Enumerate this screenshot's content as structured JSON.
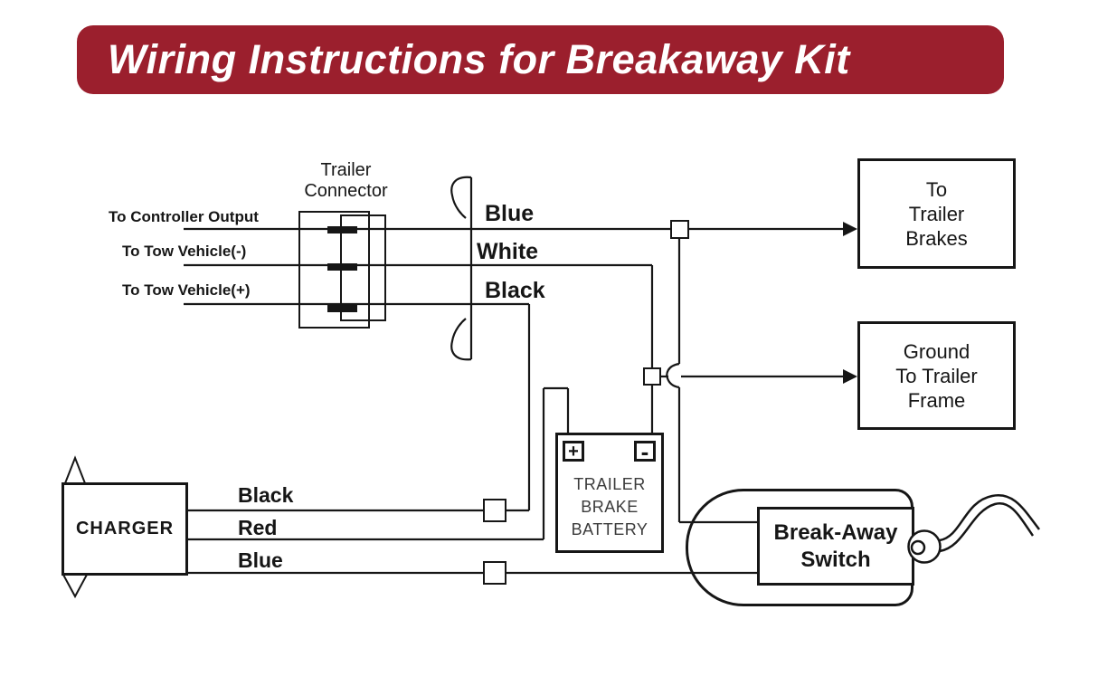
{
  "title": "Wiring Instructions for Breakaway Kit",
  "colors": {
    "banner_red": "#9b1f2d",
    "ink": "#161616"
  },
  "trailer_connector": {
    "line1": "Trailer",
    "line2": "Connector"
  },
  "inputs": {
    "controller": "To Controller Output",
    "tow_minus": "To Tow Vehicle(-)",
    "tow_plus": "To Tow Vehicle(+)"
  },
  "harness_wires": {
    "blue": "Blue",
    "white": "White",
    "black": "Black"
  },
  "charger_wires": {
    "black": "Black",
    "red": "Red",
    "blue": "Blue"
  },
  "destinations": {
    "trailer_brakes": {
      "line1": "To",
      "line2": "Trailer",
      "line3": "Brakes"
    },
    "ground_frame": {
      "line1": "Ground",
      "line2": "To Trailer",
      "line3": "Frame"
    }
  },
  "charger": {
    "label": "CHARGER"
  },
  "battery": {
    "plus": "+",
    "minus": "-",
    "line1": "TRAILER",
    "line2": "BRAKE",
    "line3": "BATTERY"
  },
  "breakaway_switch": {
    "line1": "Break-Away",
    "line2": "Switch"
  }
}
